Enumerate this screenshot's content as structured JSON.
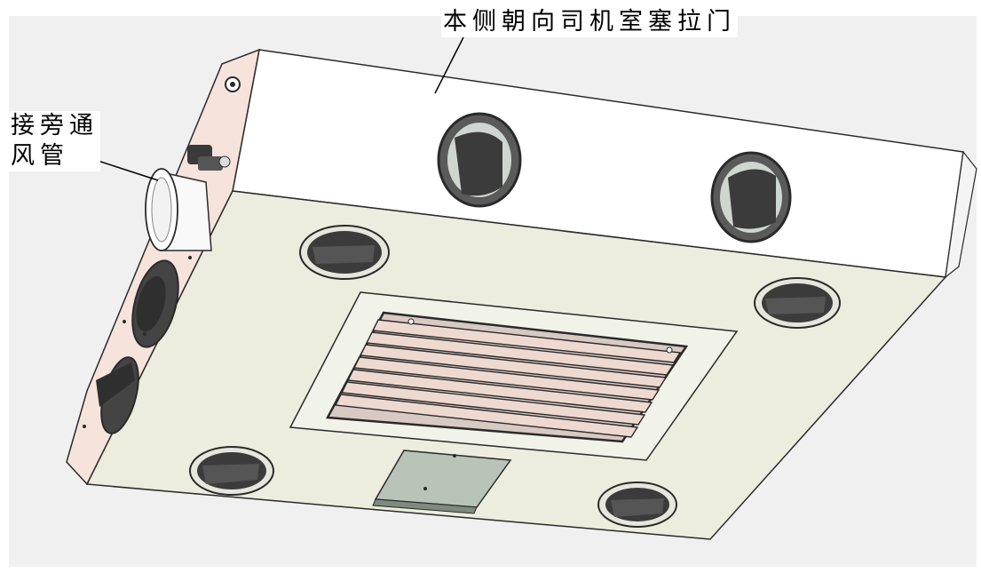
{
  "labels": {
    "door_side": "本侧朝向司机室塞拉门",
    "bypass_line1": "接旁通",
    "bypass_line2": "风管"
  },
  "colors": {
    "background": "#f0f0f0",
    "bottom_panel": "#ecedde",
    "front_face": "#ffffff",
    "side_face": "#f6e3dc",
    "outline": "#2a2a2a",
    "vent_dark": "#333333",
    "grille_slat": "#eed9d0",
    "access_panel": "#b8c4b8"
  }
}
